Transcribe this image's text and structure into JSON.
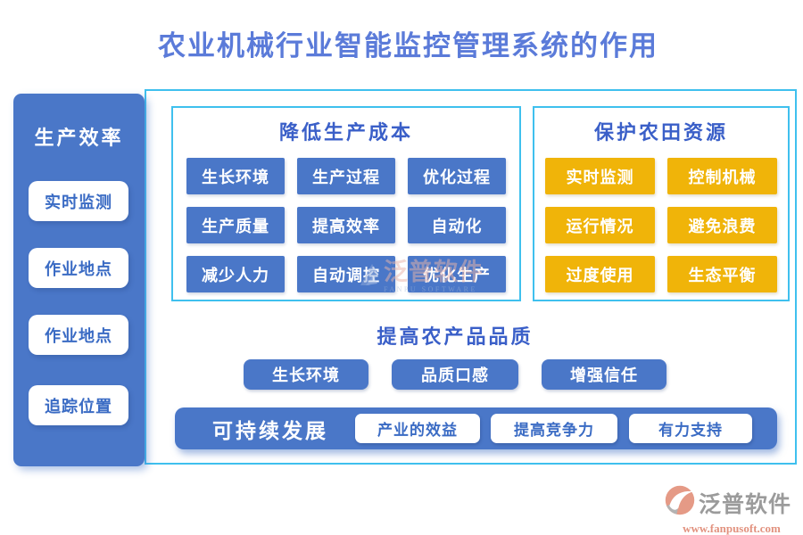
{
  "title": "农业机械行业智能监控管理系统的作用",
  "sidebar": {
    "title": "生产效率",
    "items": [
      "实时监测",
      "作业地点",
      "作业地点",
      "追踪位置"
    ]
  },
  "panels": {
    "cost": {
      "title": "降低生产成本",
      "buttons": [
        "生长环境",
        "生产过程",
        "优化过程",
        "生产质量",
        "提高效率",
        "自动化",
        "减少人力",
        "自动调控",
        "优化生产"
      ]
    },
    "farmland": {
      "title": "保护农田资源",
      "buttons": [
        "实时监测",
        "控制机械",
        "运行情况",
        "避免浪费",
        "过度使用",
        "生态平衡"
      ]
    }
  },
  "quality": {
    "title": "提高农产品品质",
    "buttons": [
      "生长环境",
      "品质口感",
      "增强信任"
    ]
  },
  "sustainability": {
    "title": "可持续发展",
    "buttons": [
      "产业的效益",
      "提高竞争力",
      "有力支持"
    ]
  },
  "watermark": {
    "name": "泛普软件",
    "subtitle": "FANPU SOFTWARE"
  },
  "footer_logo": {
    "name": "泛普软件",
    "url": "www.fanpusoft.com"
  },
  "colors": {
    "primary_blue": "#4a77c8",
    "accent_yellow": "#f0b409",
    "frame_cyan": "#3fc0ee",
    "title_blue": "#5b7bd9",
    "heading_blue": "#3a5fc8",
    "button_text_blue": "#3a6bc4",
    "logo_gray": "#9b9b9b",
    "logo_salmon": "#e2927f"
  }
}
